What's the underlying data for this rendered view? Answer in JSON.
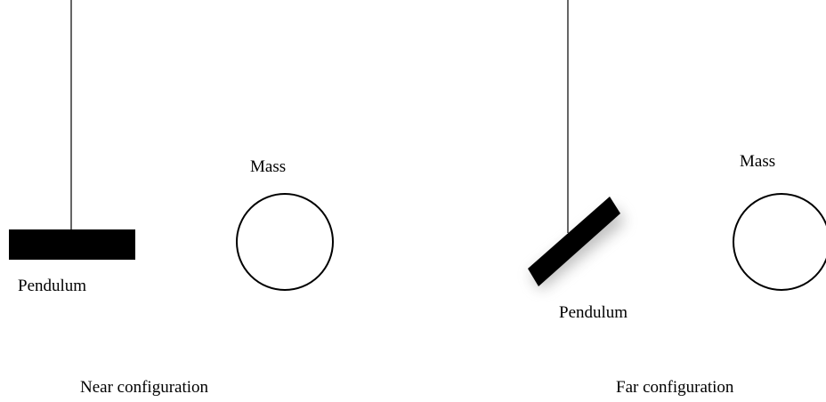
{
  "panels": [
    {
      "mass_label": "Mass",
      "pendulum_label": "Pendulum",
      "caption": "Near configuration"
    },
    {
      "mass_label": "Mass",
      "pendulum_label": "Pendulum",
      "caption": "Far configuration"
    }
  ],
  "colors": {
    "ink": "#000000",
    "background": "#ffffff",
    "shadow": "#888888"
  }
}
